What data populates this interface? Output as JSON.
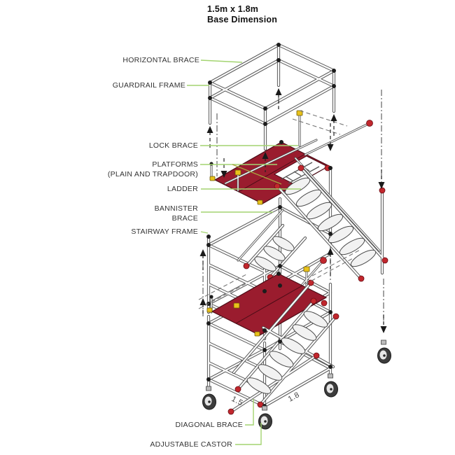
{
  "title": {
    "line1": "1.5m x 1.8m",
    "line2": "Base Dimension"
  },
  "labels": {
    "horizontal_brace": "HORIZONTAL BRACE",
    "guardrail_frame": "GUARDRAIL FRAME",
    "lock_brace": "LOCK BRACE",
    "platforms_line1": "PLATFORMS",
    "platforms_line2": "(PLAIN AND TRAPDOOR)",
    "ladder": "LADDER",
    "bannister_line1": "BANNISTER",
    "bannister_line2": "BRACE",
    "stairway_frame": "STAIRWAY FRAME",
    "diagonal_brace": "DIAGONAL BRACE",
    "adjustable_castor": "ADJUSTABLE CASTOR"
  },
  "dimensions": {
    "width": "1.5",
    "length": "1.8"
  },
  "colors": {
    "leader_green": "#a3d470",
    "platform_red": "#9a1c2e",
    "clamp_red": "#c1272d",
    "hook_yellow": "#e9c21b",
    "tube_edge": "#4a4a4a"
  }
}
